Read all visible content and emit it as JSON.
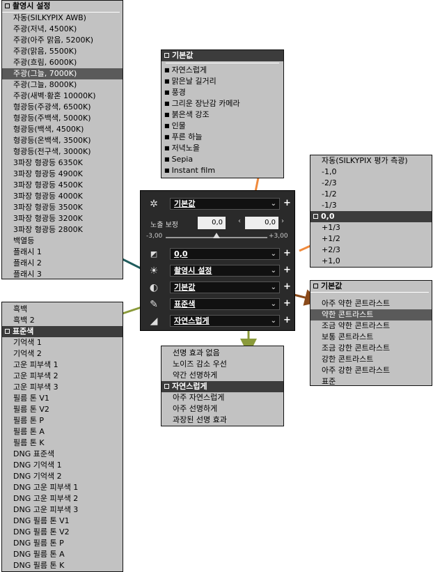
{
  "wb_menu": {
    "header": "촬영시 설정",
    "items": [
      "자동(SILKYPIX AWB)",
      "주광(저녁, 4500K)",
      "주광(아주 맑음, 5200K)",
      "주광(맑음, 5500K)",
      "주광(흐림, 6000K)",
      "주광(그늘, 7000K)",
      "주광(그늘, 8000K)",
      "주광(새벽·황혼 10000K)",
      "형광등(주광색, 6500K)",
      "형광등(주백색, 5000K)",
      "형광등(백색, 4500K)",
      "형광등(온백색, 3500K)",
      "형광등(전구색, 3000K)",
      "3파장 형광등 6350K",
      "3파장 형광등 4900K",
      "3파장 형광등 4500K",
      "3파장 형광등 4000K",
      "3파장 형광등 3500K",
      "3파장 형광등 3200K",
      "3파장 형광등 2800K",
      "백열등",
      "플래시 1",
      "플래시 2",
      "플래시 3"
    ],
    "selected_index": 5
  },
  "taste_menu": {
    "header": "기본값",
    "items": [
      "자연스럽게",
      "맑은날 길거리",
      "풍경",
      "그리운 장난감 카메라",
      "붉은색 강조",
      "인물",
      "푸른 하늘",
      "저녁노을",
      "Sepia",
      "Instant film"
    ]
  },
  "exposure_menu": {
    "items_top": [
      "자동(SILKYPIX 평가 측광)",
      "-1,0",
      "-2/3",
      "-1/2",
      "-1/3"
    ],
    "selected": "0,0",
    "items_bottom": [
      "+1/3",
      "+1/2",
      "+2/3",
      "+1,0"
    ]
  },
  "contrast_menu": {
    "header": "기본값",
    "items": [
      "아주 약한 콘트라스트",
      "약한 콘트라스트",
      "조금 약한 콘트라스트",
      "보통 콘트라스트",
      "조금 강한 콘트라스트",
      "강한 콘트라스트",
      "아주 강한 콘트라스트",
      "표준"
    ],
    "selected_index": 1
  },
  "color_menu": {
    "items_top": [
      "흑백",
      "흑백 2"
    ],
    "header": "표준색",
    "items": [
      "기억색 1",
      "기억색 2",
      "고운 피부색 1",
      "고운 피부색 2",
      "고운 피부색 3",
      "필름 톤 V1",
      "필름 톤 V2",
      "필름 톤 P",
      "필름 톤 A",
      "필름 톤 K",
      "DNG 표준색",
      "DNG 기억색 1",
      "DNG 기억색 2",
      "DNG 고운 피부색 1",
      "DNG 고운 피부색 2",
      "DNG 고운 피부색 3",
      "DNG 필름 톤 V1",
      "DNG 필름 톤 V2",
      "DNG 필름 톤 P",
      "DNG 필름 톤 A",
      "DNG 필름 톤 K"
    ]
  },
  "sharp_menu": {
    "items_top": [
      "선명 효과 없음",
      "노이즈 감소 우선",
      "약간 선명하게"
    ],
    "header": "자연스럽게",
    "items": [
      "아주 자연스럽게",
      "아주 선명하게",
      "과장된 선명 효과"
    ]
  },
  "panel": {
    "taste_value": "기본값",
    "exposure_label": "노출 보정",
    "exposure_value": "0,0",
    "exposure_value2": "0,0",
    "slider_min": "-3,00",
    "slider_max": "+3,00",
    "slider_level": 0.5,
    "ev_value": "0,0",
    "wb_value": "촬영시 설정",
    "contrast_value": "기본값",
    "color_value": "표준색",
    "sharp_value": "자연스럽게"
  },
  "arrow_colors": {
    "orange": "#f08a3c",
    "teal": "#1f5c5c",
    "olive": "#8a9a3a",
    "brown": "#8a4a1a"
  }
}
